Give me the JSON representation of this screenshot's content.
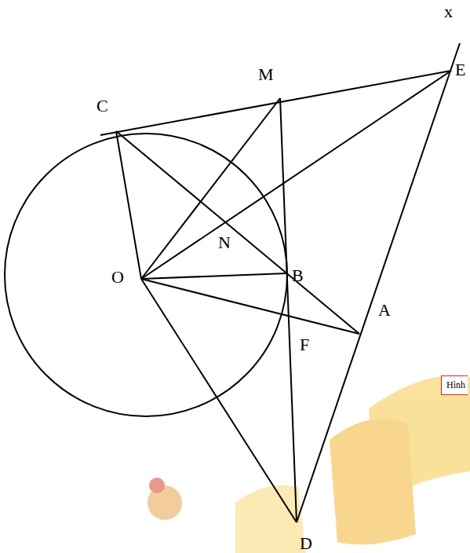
{
  "diagram": {
    "labels": [
      "x",
      "M",
      "E",
      "C",
      "N",
      "O",
      "B",
      "A",
      "F",
      "D",
      "Hình"
    ]
  }
}
